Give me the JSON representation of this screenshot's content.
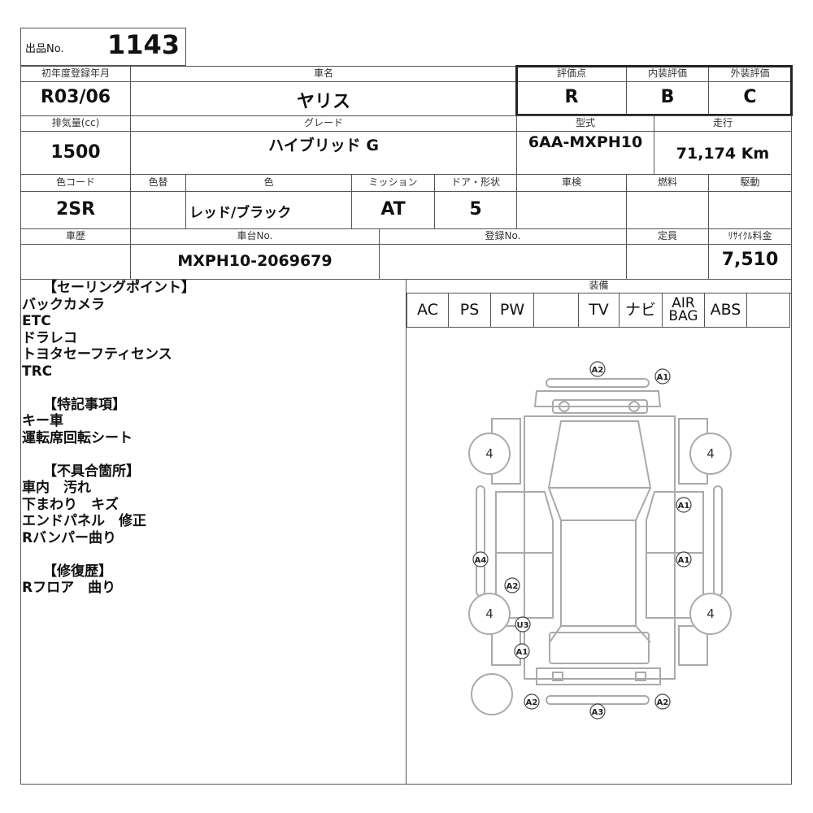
{
  "lot": {
    "label": "出品No.",
    "number": "1143"
  },
  "row1": {
    "first_reg_label": "初年度登録年月",
    "first_reg": "R03/06",
    "name_label": "車名",
    "name": "ヤリス",
    "score_label": "評価点",
    "score": "R",
    "interior_label": "内装評価",
    "interior": "B",
    "exterior_label": "外装評価",
    "exterior": "C"
  },
  "row2": {
    "displacement_label": "排気量(cc)",
    "displacement": "1500",
    "grade_label": "グレード",
    "grade": "ハイブリッド G",
    "model_label": "型式",
    "model": "6AA-MXPH10",
    "mileage_label": "走行",
    "mileage": "71,174 Km"
  },
  "row3": {
    "color_code_label": "色コード",
    "color_code": "2SR",
    "repaint_label": "色替",
    "repaint": "",
    "color_label": "色",
    "color": "レッド/ブラック",
    "mission_label": "ミッション",
    "mission": "AT",
    "door_label": "ドア・形状",
    "door": "5",
    "inspection_label": "車検",
    "inspection": "",
    "fuel_label": "燃料",
    "fuel": "",
    "drive_label": "駆動",
    "drive": ""
  },
  "row4": {
    "history_label": "車歴",
    "history": "",
    "chassis_label": "車台No.",
    "chassis": "MXPH10-2069679",
    "reg_label": "登録No.",
    "reg": "",
    "capacity_label": "定員",
    "capacity": "",
    "recycle_label": "ﾘｻｲｸﾙ料金",
    "recycle": "7,510"
  },
  "notes": {
    "selling_header": "【セーリングポイント】",
    "selling": [
      "バックカメラ",
      "ETC",
      "ドラレコ",
      "トヨタセーフティセンス",
      "TRC"
    ],
    "special_header": "【特記事項】",
    "special": [
      "キー車",
      "運転席回転シート"
    ],
    "defects_header": "【不具合箇所】",
    "defects": [
      "車内　汚れ",
      "下まわり　キズ",
      "エンドパネル　修正",
      "Rバンパー曲り"
    ],
    "repair_header": "【修復歴】",
    "repair": [
      "Rフロア　曲り"
    ]
  },
  "equipment": {
    "label": "装備",
    "items": [
      "AC",
      "PS",
      "PW",
      "",
      "TV",
      "ナビ",
      "AIR",
      "BAG",
      "ABS",
      ""
    ]
  },
  "diagram": {
    "marks": [
      "A2",
      "A1",
      "A1",
      "A4",
      "A1",
      "A2",
      "U3",
      "A1",
      "A2",
      "A2",
      "A3"
    ],
    "tires": [
      "4",
      "4",
      "4",
      "4"
    ]
  }
}
